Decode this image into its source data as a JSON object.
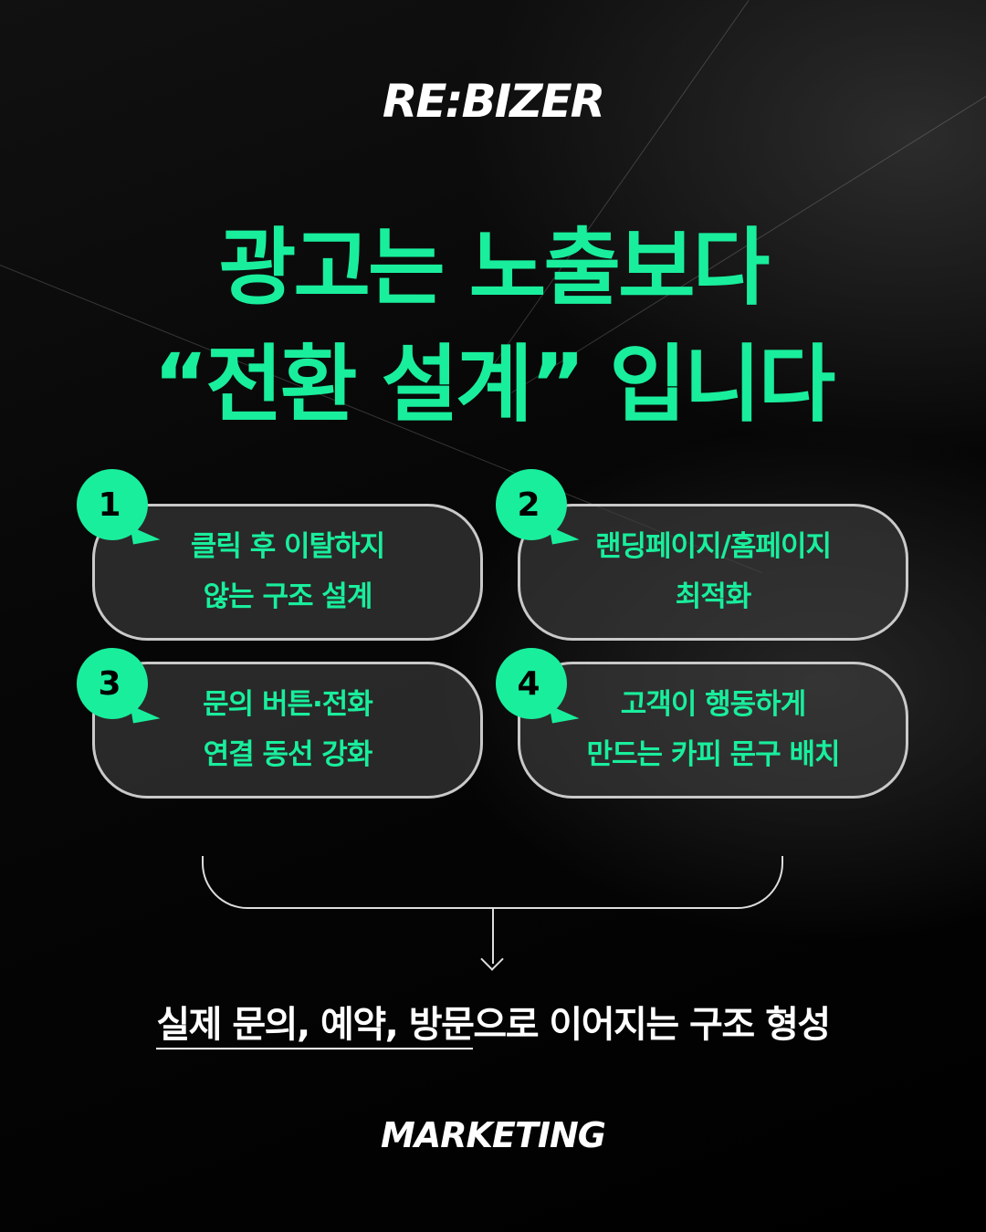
{
  "brand": "RE:BIZER",
  "headline": {
    "line1": "광고는 노출보다",
    "line2": "“전환 설계” 입니다"
  },
  "items": [
    {
      "number": "1",
      "line1": "클릭 후 이탈하지",
      "line2": "않는 구조 설계"
    },
    {
      "number": "2",
      "line1": "랜딩페이지/홈페이지",
      "line2": "최적화"
    },
    {
      "number": "3",
      "line1": "문의 버튼·전화",
      "line2": "연결 동선 강화"
    },
    {
      "number": "4",
      "line1": "고객이 행동하게",
      "line2": "만드는 카피 문구 배치"
    }
  ],
  "result": {
    "underlined": "실제 문의, 예약, 방문",
    "rest": "으로 이어지는 구조 형성"
  },
  "footer": "MARKETING",
  "colors": {
    "accent": "#19ee9c",
    "background": "#050505"
  }
}
